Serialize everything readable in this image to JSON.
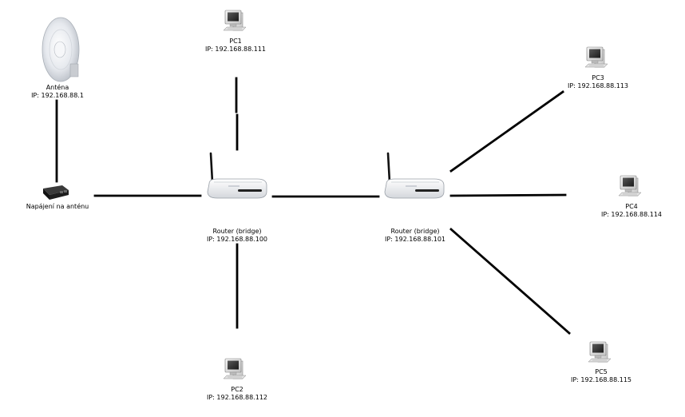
{
  "nodes": {
    "antenna": {
      "name": "Anténa",
      "ip": "IP: 192.168.88.1"
    },
    "power": {
      "name": "Napájení na anténu"
    },
    "router1": {
      "name": "Router (bridge)",
      "ip": "IP: 192.168.88.100"
    },
    "router2": {
      "name": "Router (bridge)",
      "ip": "IP: 192.168.88.101"
    },
    "pc1": {
      "name": "PC1",
      "ip": "IP: 192.168.88.111"
    },
    "pc2": {
      "name": "PC2",
      "ip": "IP: 192.168.88.112"
    },
    "pc3": {
      "name": "PC3",
      "ip": "IP: 192.168.88.113"
    },
    "pc4": {
      "name": "PC4",
      "ip": "IP: 192.168.88.114"
    },
    "pc5": {
      "name": "PC5",
      "ip": "IP: 192.168.88.115"
    }
  },
  "icons": {
    "antenna": "dish-antenna-icon",
    "power": "power-injector-icon",
    "router": "wireless-router-icon",
    "pc": "desktop-computer-icon"
  }
}
